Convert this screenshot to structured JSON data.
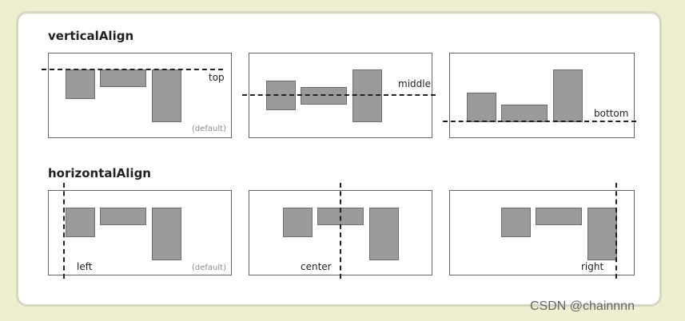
{
  "vertical_section": {
    "title": "verticalAlign",
    "panels": [
      {
        "label": "top",
        "note": "(default)"
      },
      {
        "label": "middle"
      },
      {
        "label": "bottom"
      }
    ]
  },
  "horizontal_section": {
    "title": "horizontalAlign",
    "panels": [
      {
        "label": "left",
        "note": "(default)"
      },
      {
        "label": "center"
      },
      {
        "label": "right"
      }
    ]
  },
  "watermark": "CSDN @chainnnn",
  "colors": {
    "bar_fill": "#9a9a9a",
    "background": "#eeeed0",
    "line": "#222222"
  }
}
